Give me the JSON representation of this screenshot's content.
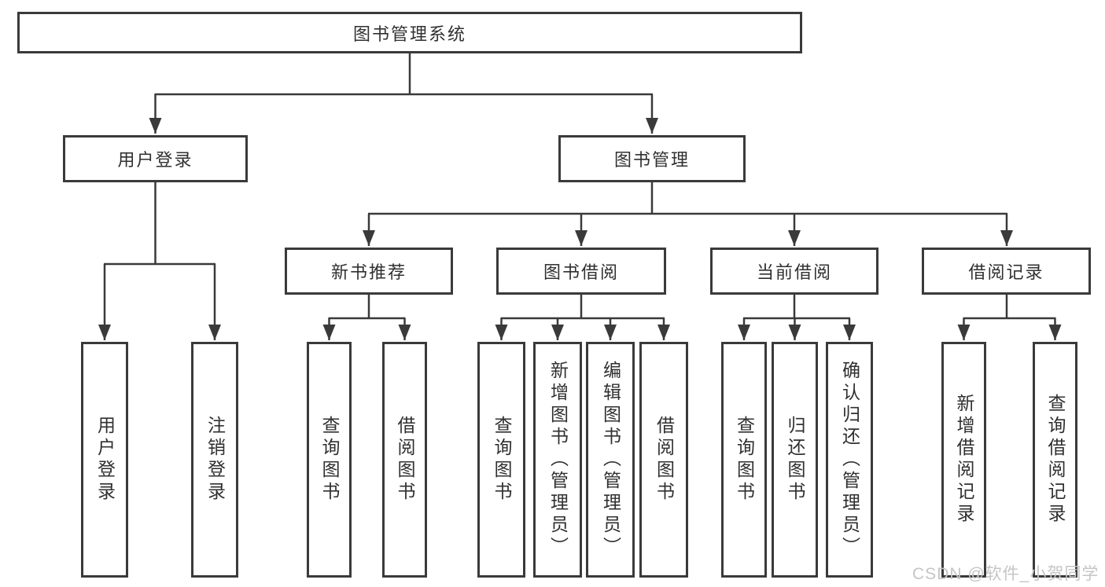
{
  "diagram": {
    "title": "图书管理系统",
    "level2": {
      "user_login": "用户登录",
      "book_mgmt": "图书管理"
    },
    "level3": {
      "new_book": "新书推荐",
      "book_borrow": "图书借阅",
      "current_borrow": "当前借阅",
      "borrow_record": "借阅记录"
    },
    "leaves": {
      "user_login": [
        "用户登录",
        "注销登录"
      ],
      "new_book": [
        "查询图书",
        "借阅图书"
      ],
      "book_borrow": [
        "查询图书",
        "新增图书（管理员）",
        "编辑图书（管理员）",
        "借阅图书"
      ],
      "current_borrow": [
        "查询图书",
        "归还图书",
        "确认归还（管理员）"
      ],
      "borrow_record": [
        "新增借阅记录",
        "查询借阅记录"
      ]
    }
  },
  "watermark": "CSDN @软件_小贺同学",
  "colors": {
    "line": "#3a3a3a",
    "box_background": "#ffffff",
    "text": "#303030",
    "watermark": "#c7c4c4"
  }
}
